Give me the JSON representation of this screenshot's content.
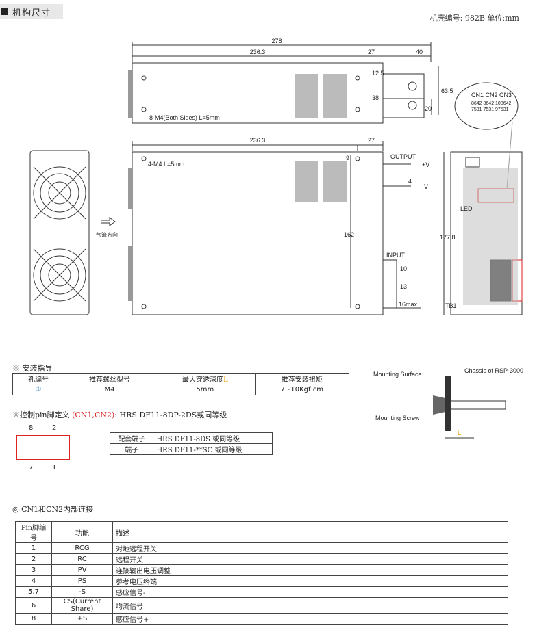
{
  "header": {
    "title": "机构尺寸",
    "case_info": "机壳编号: 982B   单位:mm"
  },
  "dims": {
    "top_total": "278",
    "top_body": "236.3",
    "top_tail": "27",
    "top_term": "40",
    "top_d1": "12.5",
    "top_d2": "38",
    "top_d3": "63.5",
    "top_d4": "20",
    "top_screw": "8-M4(Both Sides) L=5mm",
    "front_body": "236.3",
    "front_tail": "27",
    "front_screw": "4-M4 L=5mm",
    "front_d1": "9",
    "front_h": "162",
    "front_d4": "4",
    "front_d10": "10",
    "front_d13": "13",
    "front_16max": "16max.",
    "side_h": "177.8",
    "output_label": "OUTPUT",
    "plus_v": "+V",
    "minus_v": "-V",
    "input_label": "INPUT",
    "cn_labels": "CN1  CN2  CN3",
    "cn_row1": "8642  8642  108642",
    "cn_row2": "7531  7531  97531",
    "tb1": "TB1",
    "led": "LED"
  },
  "airflow": "气流方向",
  "install": {
    "title": "※ 安装指导",
    "headers": [
      "孔编号",
      "推荐螺丝型号",
      "最大穿透深度",
      "L",
      "推荐安装扭矩"
    ],
    "row": [
      "①",
      "M4",
      "5mm",
      "7~10Kgf·cm"
    ]
  },
  "mount": {
    "surface": "Mounting Surface",
    "chassis": "Chassis of RSP-3000",
    "screw": "Mounting Screw",
    "l": "L"
  },
  "pin_def": {
    "prefix": "※控制pin脚定义 ",
    "red": "(CN1,CN2)",
    "suffix": ": HRS DF11-8DP-2DS或同等级",
    "n8": "8",
    "n2": "2",
    "n7": "7",
    "n1": "1",
    "rows": [
      [
        "配套端子",
        "HRS DF11-8DS 或同等级"
      ],
      [
        "端子",
        "HRS DF11-**SC 或同等级"
      ]
    ]
  },
  "conn": {
    "title": "◎ CN1和CN2内部连接",
    "headers": [
      "Pin脚编号",
      "功能",
      "描述"
    ],
    "rows": [
      [
        "1",
        "RCG",
        "对地远程开关"
      ],
      [
        "2",
        "RC",
        "远程开关"
      ],
      [
        "3",
        "PV",
        "连接输出电压调整"
      ],
      [
        "4",
        "PS",
        "参考电压终端"
      ],
      [
        "5,7",
        "-S",
        "感应信号-"
      ],
      [
        "6",
        "CS(Current Share)",
        "均流信号"
      ],
      [
        "8",
        "+S",
        "感应信号+"
      ]
    ]
  }
}
